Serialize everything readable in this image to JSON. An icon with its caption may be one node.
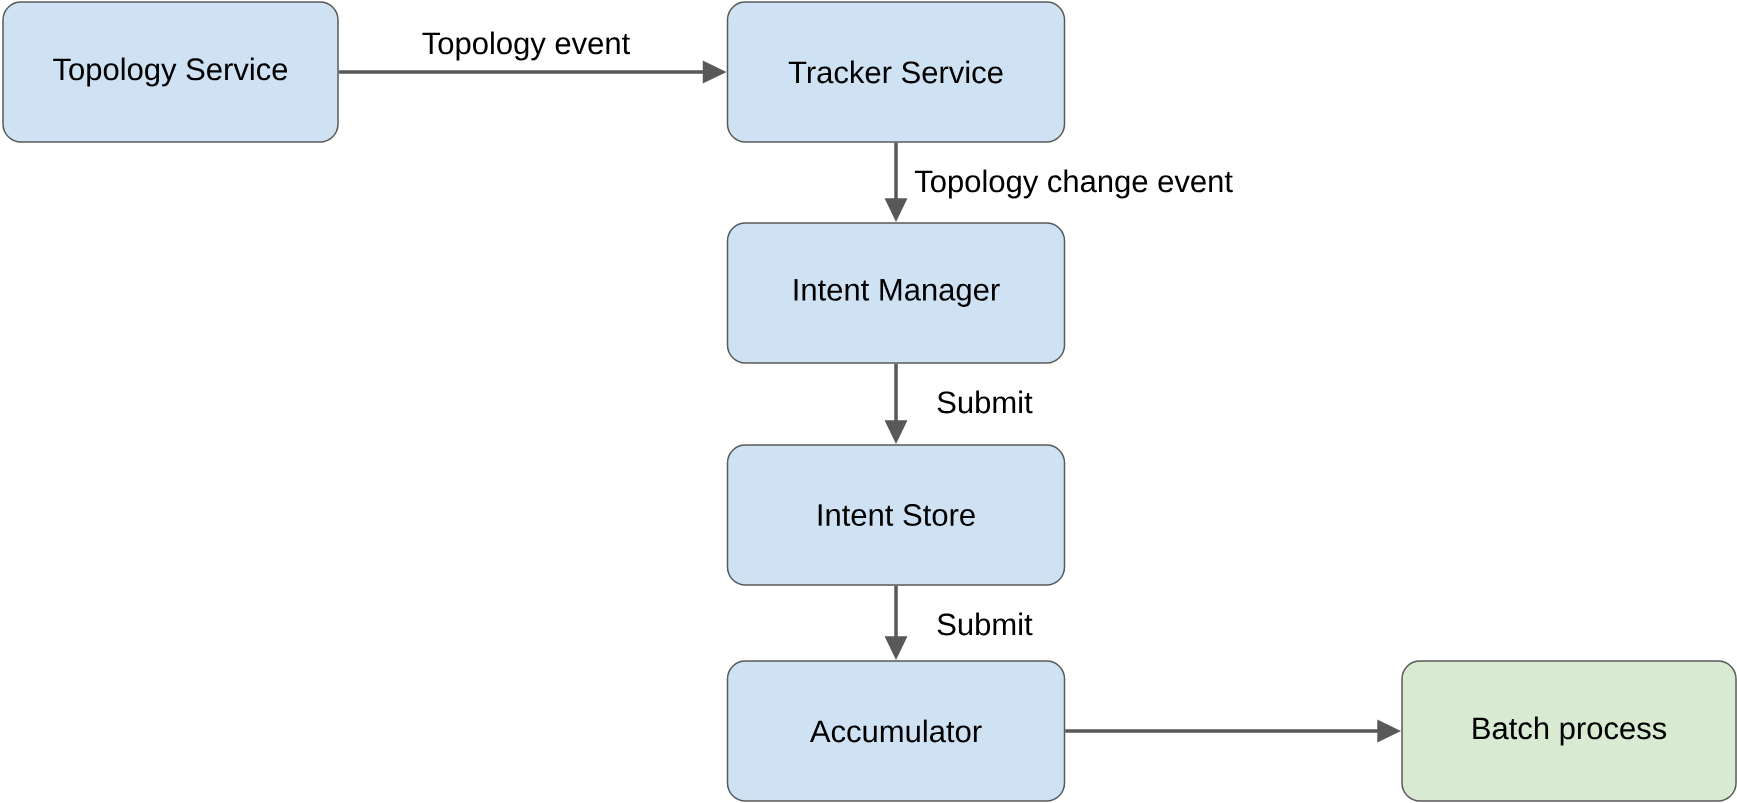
{
  "diagram": {
    "nodes": [
      {
        "text": [
          "Topology Service"
        ]
      },
      {
        "text": [
          "Tracker Service"
        ]
      },
      {
        "text": [
          "Intent Manager"
        ]
      },
      {
        "text": [
          "Intent Store"
        ]
      },
      {
        "text": [
          "Accumulator"
        ]
      },
      {
        "text": [
          "Batch process"
        ]
      }
    ],
    "edges": [
      {
        "from": 0,
        "to": 1,
        "arrow": "to",
        "label": "Topology event"
      },
      {
        "from": 1,
        "to": 2,
        "arrow": "to",
        "label": "Topology change event"
      },
      {
        "from": 2,
        "to": 3,
        "arrow": "to",
        "label": "Submit"
      },
      {
        "from": 3,
        "to": 4,
        "arrow": "to",
        "label": "Submit"
      },
      {
        "from": 4,
        "to": 5,
        "arrow": "to"
      }
    ]
  }
}
